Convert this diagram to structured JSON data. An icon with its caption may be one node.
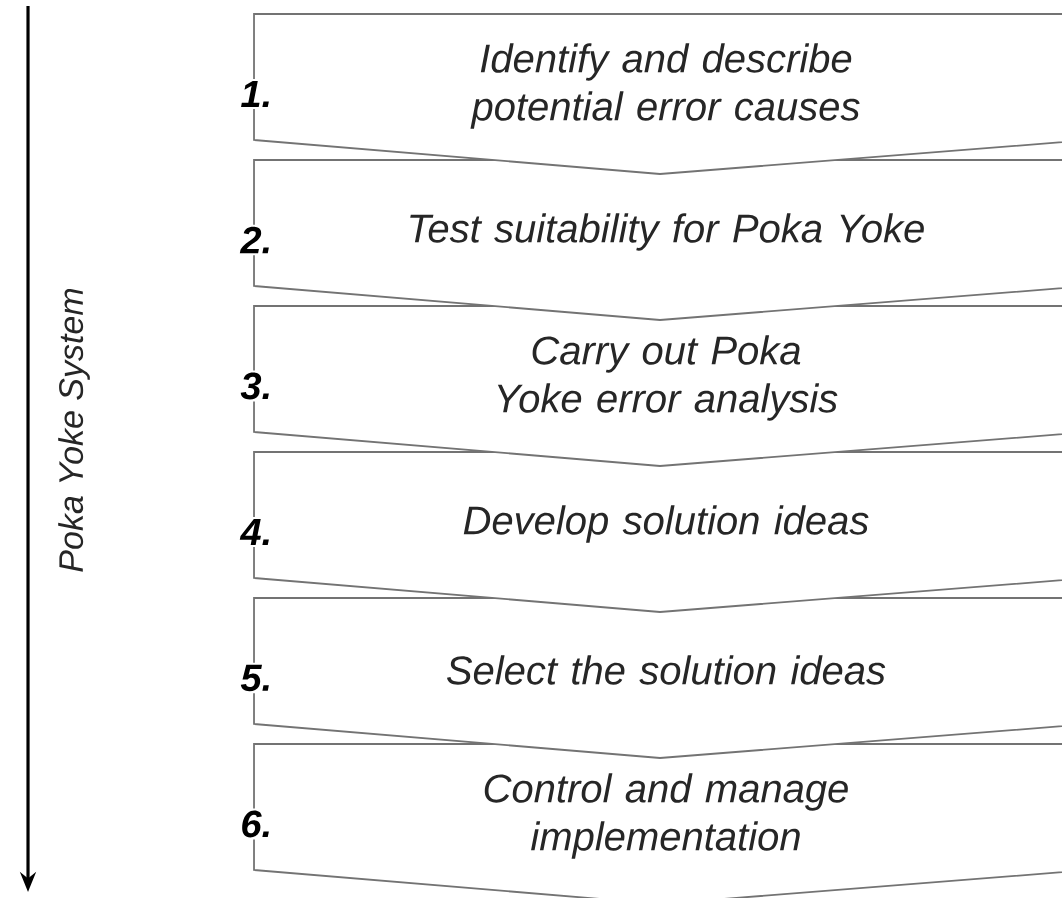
{
  "diagram": {
    "nodes": [
      {
        "text": [
          "1.",
          "Identify and describe potential error causes"
        ]
      },
      {
        "text": [
          "2.",
          "Test suitability for Poka Yoke"
        ]
      },
      {
        "text": [
          "3.",
          "Carry out Poka Yoke error analysis"
        ]
      },
      {
        "text": [
          "4.",
          "Develop solution ideas"
        ]
      },
      {
        "text": [
          "5.",
          "Select the solution ideas"
        ]
      },
      {
        "text": [
          "6.",
          "Control and manage implementation"
        ]
      }
    ],
    "edges": [],
    "labels": [
      "Poka Yoke System"
    ]
  }
}
